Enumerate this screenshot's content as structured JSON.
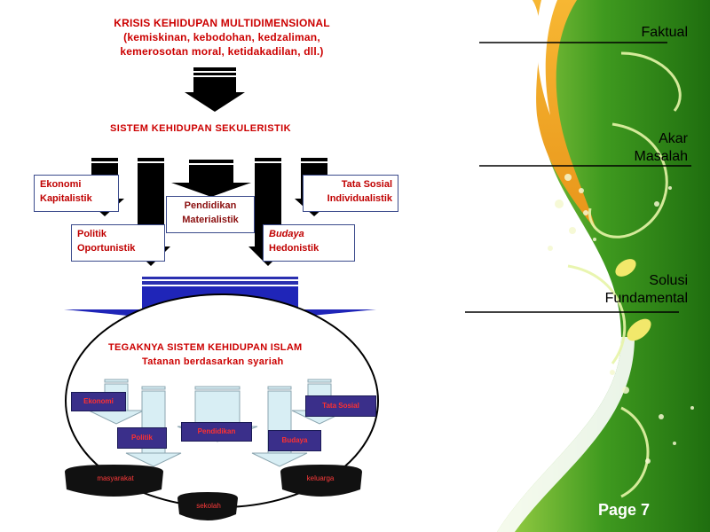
{
  "top": {
    "title": "KRISIS KEHIDUPAN MULTIDIMENSIONAL",
    "line2": "(kemiskinan, kebodohan, kedzaliman,",
    "line3": "kemerosotan moral, ketidakadilan, dll.)"
  },
  "system": {
    "title": "SISTEM KEHIDUPAN  SEKULERISTIK"
  },
  "secular": {
    "ekonomi": [
      "Ekonomi",
      "Kapitalistik"
    ],
    "pendidikan": [
      "Pendidikan",
      "Materialistik"
    ],
    "tatasosial": [
      "Tata Sosial",
      "Individualistik"
    ],
    "politik": [
      "Politik",
      "Oportunistik"
    ],
    "budaya": [
      "Budaya",
      "Hedonistik"
    ]
  },
  "islam": {
    "title": "TEGAKNYA SISTEM KEHIDUPAN  ISLAM",
    "subtitle": "Tatanan berdasarkan syariah",
    "ekonomi": "Ekonomi",
    "tatasosial": "Tata Sosial",
    "pendidikan": "Pendidikan",
    "politik": "Politik",
    "budaya": "Budaya"
  },
  "bases": {
    "masyarakat": "masyarakat",
    "keluarga": "keluarga",
    "sekolah": "sekolah"
  },
  "side": {
    "faktual": "Faktual",
    "akar1": "Akar",
    "akar2": "Masalah",
    "solusi1": "Solusi",
    "solusi2": "Fundamental"
  },
  "page": "Page 7",
  "colors": {
    "green": "#3f9a1f",
    "orange": "#f4a31c",
    "accent_red": "#cc0000",
    "navy": "#3a2f8a"
  }
}
